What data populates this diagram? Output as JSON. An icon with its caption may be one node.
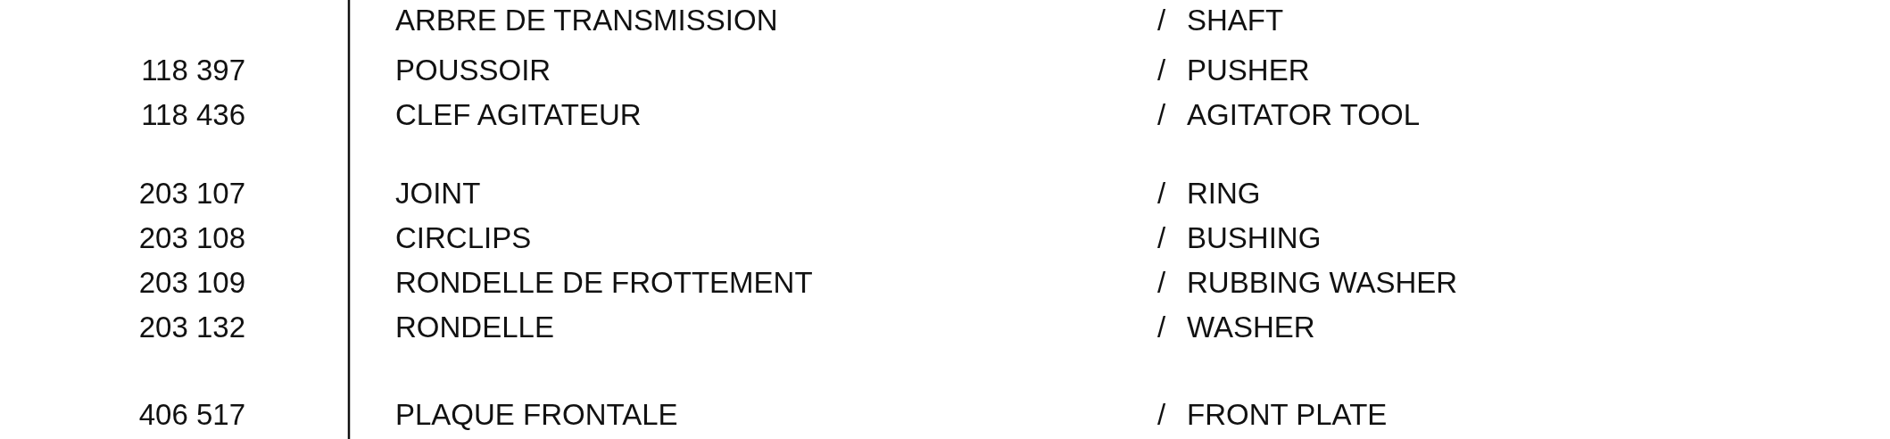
{
  "diagram": {
    "labels": [
      "ARBRE DE TRANSMISSION",
      "/",
      "SHAFT",
      "118 397",
      "POUSSOIR",
      "/",
      "PUSHER",
      "118 436",
      "CLEF AGITATEUR",
      "/",
      "AGITATOR TOOL",
      "203 107",
      "JOINT",
      "/",
      "RING",
      "203 108",
      "CIRCLIPS",
      "/",
      "BUSHING",
      "203 109",
      "RONDELLE DE FROTTEMENT",
      "/",
      "RUBBING WASHER",
      "203 132",
      "RONDELLE",
      "/",
      "WASHER",
      "406 517",
      "PLAQUE FRONTALE",
      "/",
      "FRONT PLATE"
    ]
  }
}
